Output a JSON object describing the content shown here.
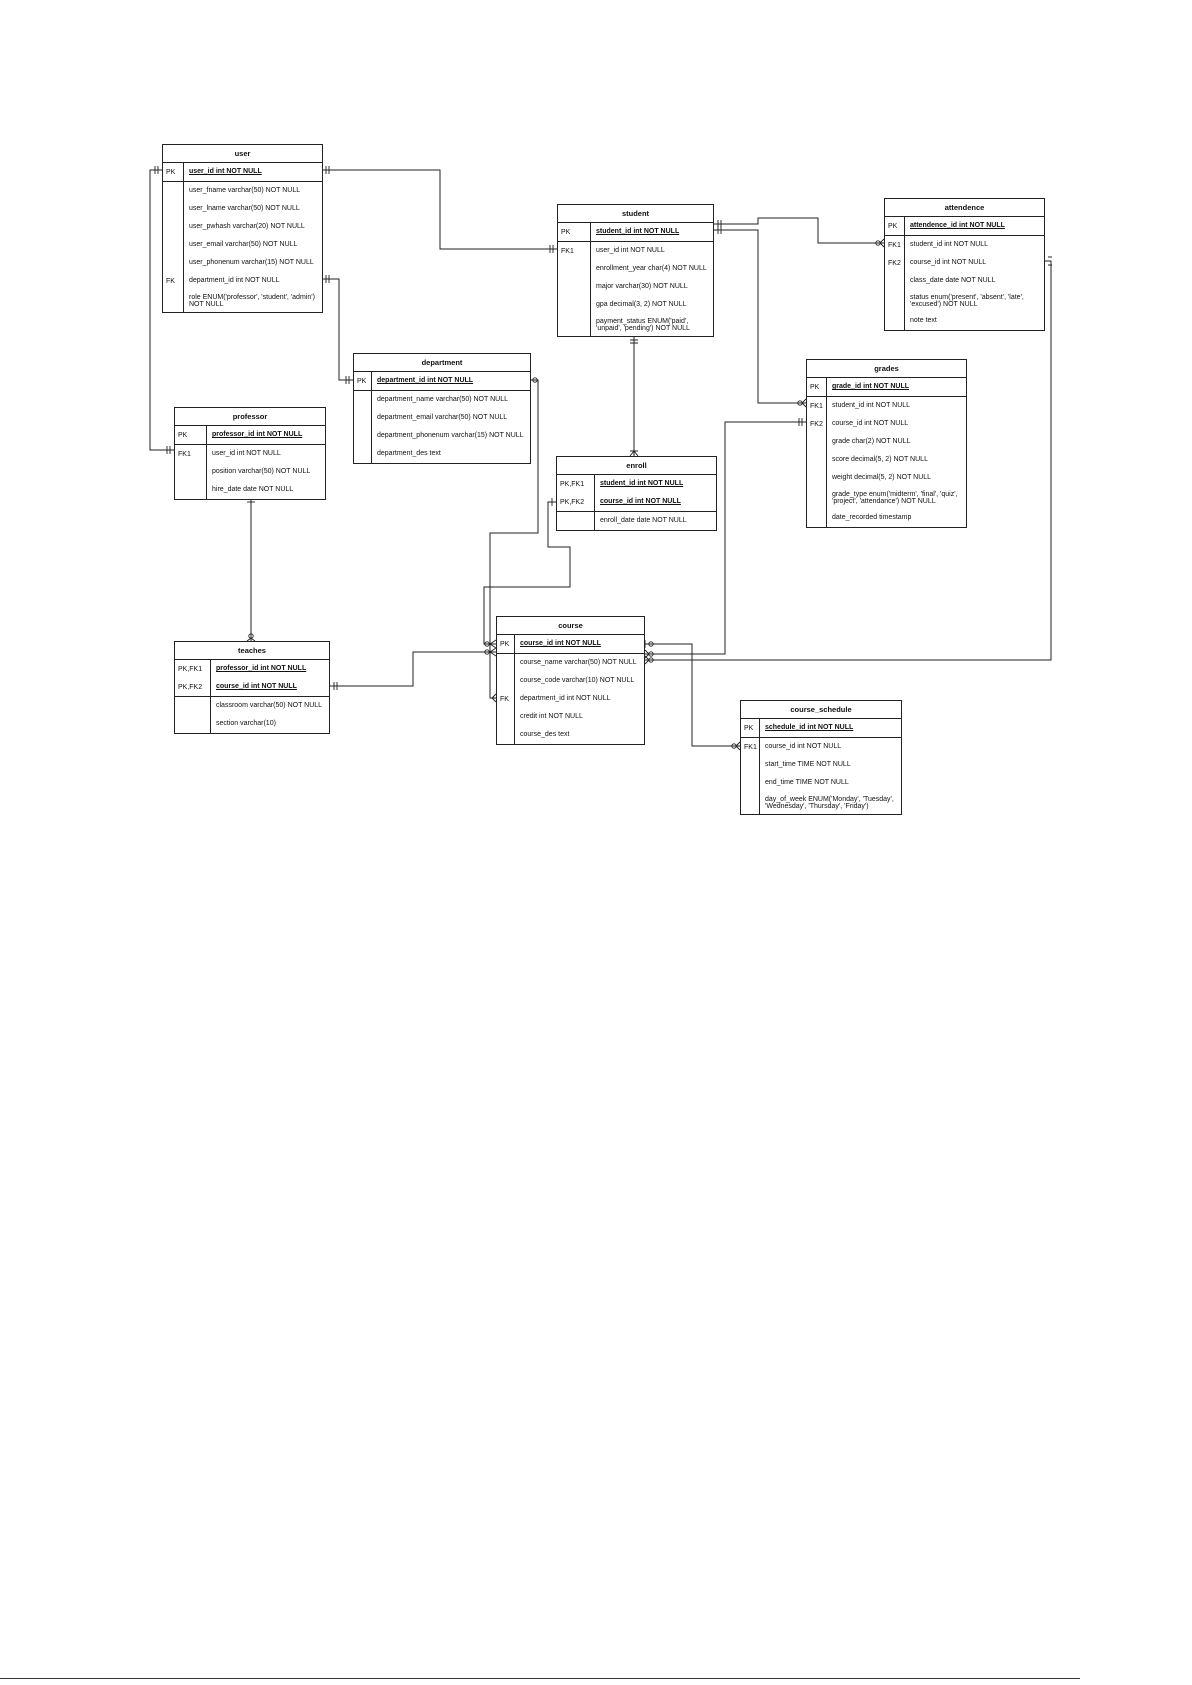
{
  "entities": {
    "user": {
      "title": "user",
      "pk": [
        {
          "key": "PK",
          "field": "user_id int NOT NULL"
        }
      ],
      "attrs": [
        {
          "key": "",
          "field": "user_fname varchar(50) NOT NULL"
        },
        {
          "key": "",
          "field": "user_lname varchar(50) NOT NULL"
        },
        {
          "key": "",
          "field": "user_pwhash varchar(20) NOT NULL"
        },
        {
          "key": "",
          "field": "user_email varchar(50) NOT NULL"
        },
        {
          "key": "",
          "field": "user_phonenum varchar(15) NOT NULL"
        },
        {
          "key": "FK",
          "field": "department_id int NOT NULL"
        },
        {
          "key": "",
          "field": "role ENUM('professor', 'student', 'admin') NOT NULL"
        }
      ]
    },
    "student": {
      "title": "student",
      "pk": [
        {
          "key": "PK",
          "field": "student_id int NOT NULL"
        }
      ],
      "attrs": [
        {
          "key": "FK1",
          "field": "user_id int NOT NULL"
        },
        {
          "key": "",
          "field": "enrollment_year char(4) NOT NULL"
        },
        {
          "key": "",
          "field": "major varchar(30) NOT NULL"
        },
        {
          "key": "",
          "field": "gpa decimal(3, 2)  NOT NULL"
        },
        {
          "key": "",
          "field": "payment_status ENUM('paid', 'unpaid', 'pending') NOT NULL"
        }
      ]
    },
    "attendence": {
      "title": "attendence",
      "pk": [
        {
          "key": "PK",
          "field": "attendence_id int NOT NULL"
        }
      ],
      "attrs": [
        {
          "key": "FK1",
          "field": "student_id int NOT NULL"
        },
        {
          "key": "FK2",
          "field": "course_id int NOT NULL"
        },
        {
          "key": "",
          "field": "class_date date NOT NULL"
        },
        {
          "key": "",
          "field": "status enum('present', 'absent', 'late', 'excused') NOT NULL"
        },
        {
          "key": "",
          "field": "note text"
        }
      ]
    },
    "department": {
      "title": "department",
      "pk": [
        {
          "key": "PK",
          "field": "department_id int NOT NULL"
        }
      ],
      "attrs": [
        {
          "key": "",
          "field": "department_name varchar(50) NOT NULL"
        },
        {
          "key": "",
          "field": "department_email varchar(50) NOT NULL"
        },
        {
          "key": "",
          "field": "department_phonenum varchar(15) NOT NULL"
        },
        {
          "key": "",
          "field": "department_des text"
        }
      ]
    },
    "professor": {
      "title": "professor",
      "pk": [
        {
          "key": "PK",
          "field": "professor_id int NOT NULL"
        }
      ],
      "attrs": [
        {
          "key": "FK1",
          "field": "user_id int NOT NULL"
        },
        {
          "key": "",
          "field": "position varchar(50) NOT NULL"
        },
        {
          "key": "",
          "field": "hire_date date NOT NULL"
        }
      ]
    },
    "grades": {
      "title": "grades",
      "pk": [
        {
          "key": "PK",
          "field": "grade_id int NOT NULL"
        }
      ],
      "attrs": [
        {
          "key": "FK1",
          "field": "student_id int NOT NULL"
        },
        {
          "key": "FK2",
          "field": "course_id int NOT NULL"
        },
        {
          "key": "",
          "field": "grade char(2) NOT NULL"
        },
        {
          "key": "",
          "field": "score decimal(5, 2) NOT NULL"
        },
        {
          "key": "",
          "field": "weight decimal(5, 2) NOT NULL"
        },
        {
          "key": "",
          "field": "grade_type enum('midterm', 'final', 'quiz', 'project', 'attendance') NOT NULL"
        },
        {
          "key": "",
          "field": "date_recorded timestamp"
        }
      ]
    },
    "enroll": {
      "title": "enroll",
      "pk": [
        {
          "key": "PK,FK1",
          "field": "student_id int NOT NULL"
        },
        {
          "key": "PK,FK2",
          "field": "course_id int NOT NULL"
        }
      ],
      "attrs": [
        {
          "key": "",
          "field": "enroll_date date NOT NULL"
        }
      ]
    },
    "teaches": {
      "title": "teaches",
      "pk": [
        {
          "key": "PK,FK1",
          "field": "professor_id int NOT NULL"
        },
        {
          "key": "PK,FK2",
          "field": "course_id int NOT NULL"
        }
      ],
      "attrs": [
        {
          "key": "",
          "field": "classroom varchar(50) NOT NULL"
        },
        {
          "key": "",
          "field": "section varchar(10)"
        }
      ]
    },
    "course": {
      "title": "course",
      "pk": [
        {
          "key": "PK",
          "field": "course_id int NOT NULL"
        }
      ],
      "attrs": [
        {
          "key": "",
          "field": "course_name varchar(50) NOT NULL"
        },
        {
          "key": "",
          "field": "course_code varchar(10) NOT NULL"
        },
        {
          "key": "FK",
          "field": "department_id int NOT NULL"
        },
        {
          "key": "",
          "field": "credit int NOT NULL"
        },
        {
          "key": "",
          "field": "course_des text"
        }
      ]
    },
    "course_schedule": {
      "title": "course_schedule",
      "pk": [
        {
          "key": "PK",
          "field": "schedule_id int NOT NULL"
        }
      ],
      "attrs": [
        {
          "key": "FK1",
          "field": "course_id int NOT NULL"
        },
        {
          "key": "",
          "field": "start_time TIME NOT NULL"
        },
        {
          "key": "",
          "field": "end_time TIME NOT NULL"
        },
        {
          "key": "",
          "field": "day_of_week ENUM('Monday', 'Tuesday', 'Wednesday', 'Thursday', 'Friday')"
        }
      ]
    }
  }
}
